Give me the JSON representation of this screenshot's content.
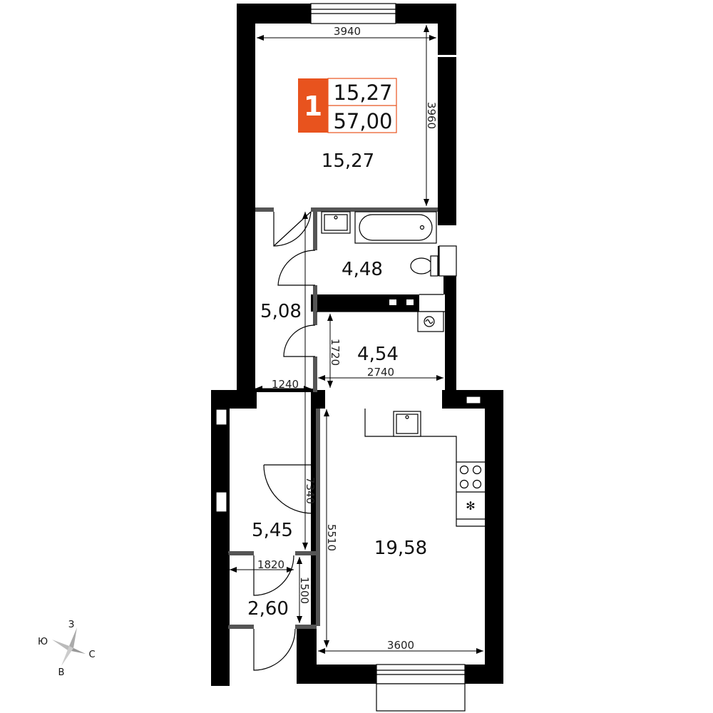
{
  "badge": {
    "rooms": "1",
    "living_area": "15,27",
    "total_area": "57,00",
    "color": "#e8531e"
  },
  "rooms": {
    "living_room": "15,27",
    "bathroom": "4,48",
    "hallway": "5,08",
    "storage": "4,54",
    "corridor": "5,45",
    "closet": "2,60",
    "kitchen": "19,58"
  },
  "dimensions": {
    "living_width": "3940",
    "living_height": "3960",
    "storage_height": "1720",
    "storage_width": "2740",
    "hall_width": "1240",
    "corridor_length": "7340",
    "kitchen_height": "5510",
    "closet_width": "1820",
    "closet_height": "1500",
    "kitchen_width": "3600"
  },
  "compass": {
    "north": "З",
    "west": "Ю",
    "east": "С",
    "south": "В"
  }
}
